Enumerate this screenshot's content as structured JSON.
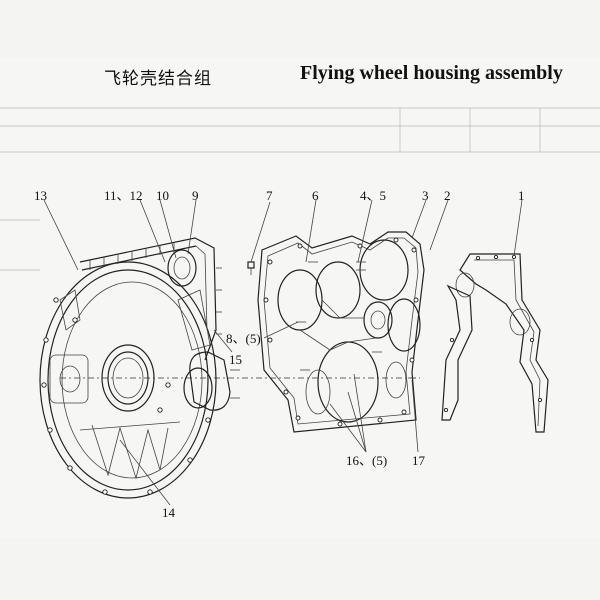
{
  "title_cn": "飞轮壳结合组",
  "title_en": "Flying wheel housing assembly",
  "callouts": [
    "13",
    "11、12",
    "10",
    "9",
    "7",
    "6",
    "4、5",
    "3",
    "2",
    "1",
    "8、(5)",
    "15",
    "14",
    "16、(5)",
    "17"
  ]
}
